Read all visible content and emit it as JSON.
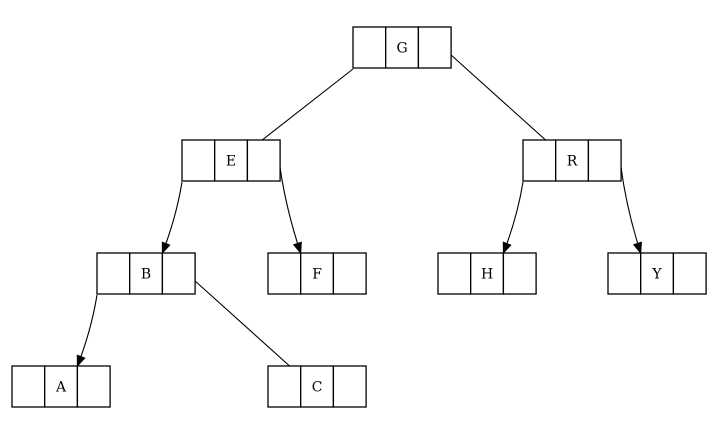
{
  "nodes": [
    {
      "id": "G",
      "label": "G"
    },
    {
      "id": "E",
      "label": "E"
    },
    {
      "id": "R",
      "label": "R"
    },
    {
      "id": "B",
      "label": "B"
    },
    {
      "id": "F",
      "label": "F"
    },
    {
      "id": "H",
      "label": "H"
    },
    {
      "id": "Y",
      "label": "Y"
    },
    {
      "id": "A",
      "label": "A"
    },
    {
      "id": "C",
      "label": "C"
    }
  ],
  "edges": [
    {
      "from": "G",
      "to": "E",
      "side": "left"
    },
    {
      "from": "G",
      "to": "R",
      "side": "right"
    },
    {
      "from": "E",
      "to": "B",
      "side": "left"
    },
    {
      "from": "E",
      "to": "F",
      "side": "right"
    },
    {
      "from": "R",
      "to": "H",
      "side": "left"
    },
    {
      "from": "R",
      "to": "Y",
      "side": "right"
    },
    {
      "from": "B",
      "to": "A",
      "side": "left"
    },
    {
      "from": "B",
      "to": "C",
      "side": "right"
    }
  ],
  "colors": {
    "stroke": "#000000",
    "background": "#ffffff"
  }
}
